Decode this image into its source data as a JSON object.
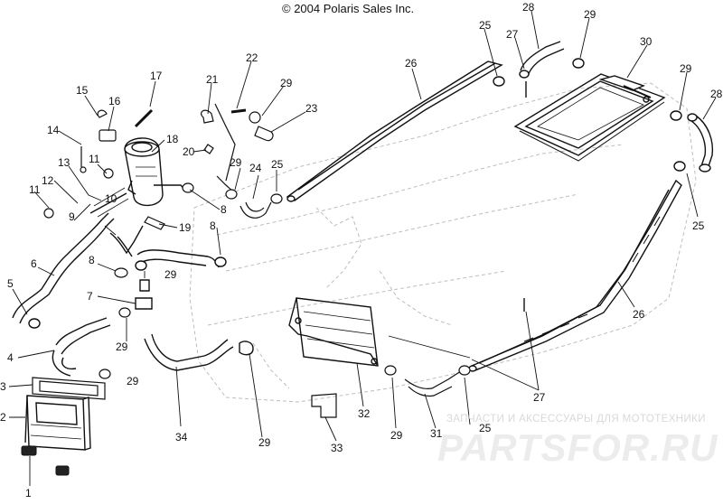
{
  "header": {
    "copyright": "© 2004 Polaris Sales Inc."
  },
  "watermark": {
    "line1": "ЗАПЧАСТИ И АКСЕССУАРЫ ДЛЯ МОТОТЕХНИКИ",
    "line2": "PARTSFOR.RU"
  },
  "callouts": [
    "1",
    "2",
    "3",
    "4",
    "5",
    "6",
    "7",
    "8",
    "8",
    "8",
    "9",
    "10",
    "11",
    "11",
    "12",
    "13",
    "14",
    "15",
    "16",
    "17",
    "18",
    "19",
    "20",
    "21",
    "22",
    "23",
    "24",
    "25",
    "25",
    "25",
    "25",
    "26",
    "26",
    "27",
    "27",
    "28",
    "28",
    "29",
    "29",
    "29",
    "29",
    "29",
    "29",
    "29",
    "29",
    "29",
    "30",
    "31",
    "32",
    "33",
    "34"
  ],
  "colors": {
    "ink": "#111111",
    "ghost": "#c8c8c8",
    "watermark": "#e6e6e6"
  }
}
